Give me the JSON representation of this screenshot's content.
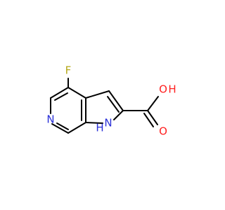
{
  "molecule": {
    "atoms": {
      "fluorine": {
        "label": "F",
        "color": "#b5a91a"
      },
      "pyridine_nitrogen": {
        "label": "N",
        "color": "#2a30d8"
      },
      "pyrrole_nitrogen": {
        "label": "N",
        "color": "#2a30d8"
      },
      "pyrrole_hydrogen": {
        "label": "H",
        "color": "#2a30d8"
      },
      "hydroxyl_oxygen": {
        "label": "O",
        "color": "#ff1f1f"
      },
      "hydroxyl_hydrogen": {
        "label": "H",
        "color": "#ff1f1f"
      },
      "carbonyl_oxygen": {
        "label": "O",
        "color": "#ff1f1f"
      }
    }
  }
}
